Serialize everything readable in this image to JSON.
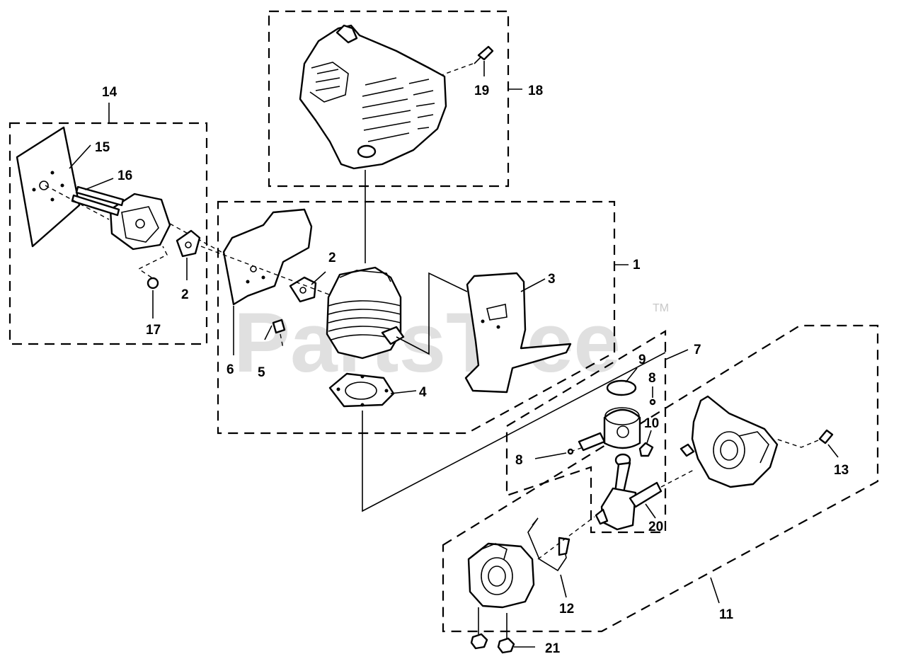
{
  "diagram": {
    "watermark": "PartsTree",
    "trademark": "TM",
    "callouts": {
      "c1": "1",
      "c2a": "2",
      "c2b": "2",
      "c3": "3",
      "c4": "4",
      "c5": "5",
      "c6": "6",
      "c7": "7",
      "c8a": "8",
      "c8b": "8",
      "c9": "9",
      "c10": "10",
      "c11": "11",
      "c12": "12",
      "c13": "13",
      "c14": "14",
      "c15": "15",
      "c16": "16",
      "c17": "17",
      "c18": "18",
      "c19": "19",
      "c20": "20",
      "c21": "21"
    }
  }
}
